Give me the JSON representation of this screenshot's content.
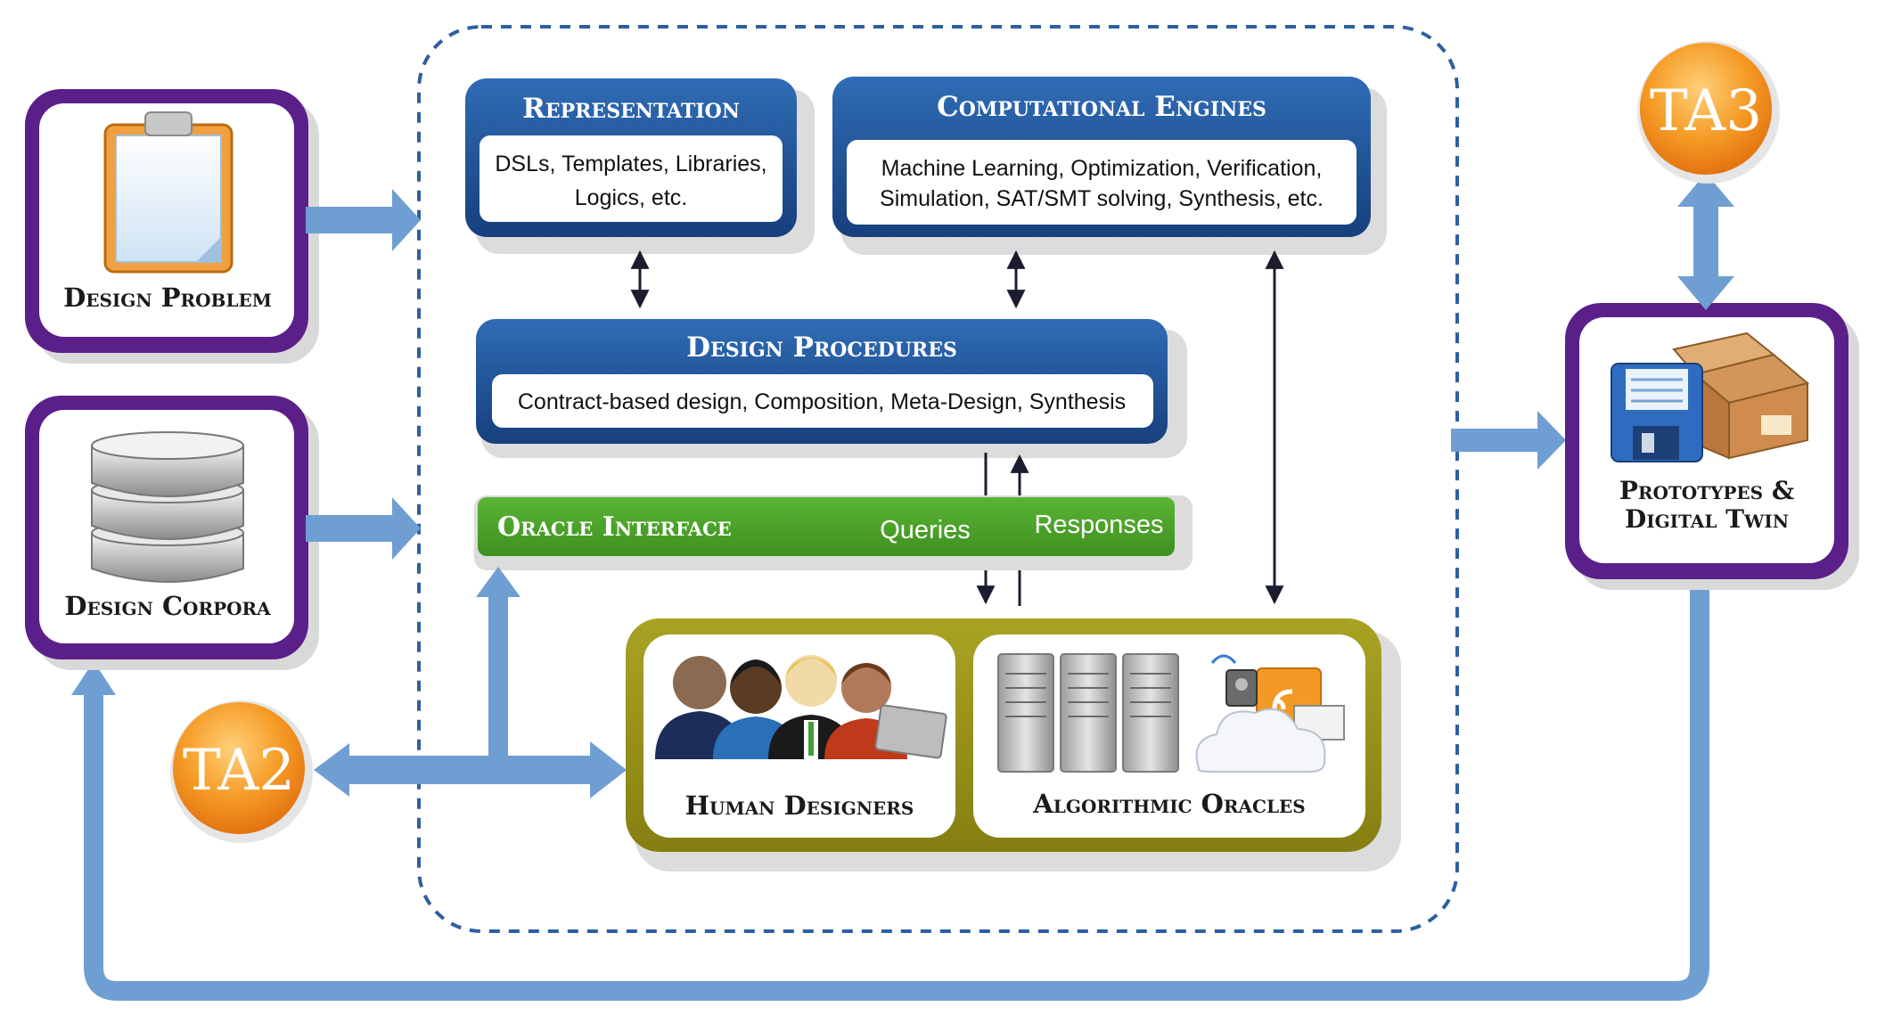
{
  "inputs": {
    "design_problem": {
      "label": "Design Problem",
      "icon": "clipboard-icon"
    },
    "design_corpora": {
      "label": "Design Corpora",
      "icon": "database-icon"
    }
  },
  "representation": {
    "title": "Representation",
    "body_line1": "DSLs, Templates, Libraries,",
    "body_line2": "Logics, etc."
  },
  "computational_engines": {
    "title": "Computational Engines",
    "body_line1": "Machine Learning, Optimization, Verification,",
    "body_line2": "Simulation, SAT/SMT solving, Synthesis, etc."
  },
  "design_procedures": {
    "title": "Design Procedures",
    "body": "Contract-based design, Composition, Meta-Design, Synthesis"
  },
  "oracle_interface": {
    "title": "Oracle Interface",
    "queries": "Queries",
    "responses": "Responses"
  },
  "human_designers": {
    "label": "Human Designers",
    "icon": "people-icon"
  },
  "algorithmic_oracles": {
    "label": "Algorithmic Oracles",
    "icon": "servers-icon"
  },
  "output": {
    "label_line1": "Prototypes &",
    "label_line2": "Digital Twin",
    "icon": "box-and-disk-icon"
  },
  "badges": {
    "ta2": "TA2",
    "ta3": "TA3"
  },
  "colors": {
    "frame_purple": "#5b1f8a",
    "header_blue": "#1d4f93",
    "oracle_green": "#46a226",
    "olive": "#9a9519",
    "flow_arrow": "#6f9fd2",
    "badge_orange": "#f0911f",
    "dashed_border": "#2d5fa0"
  }
}
